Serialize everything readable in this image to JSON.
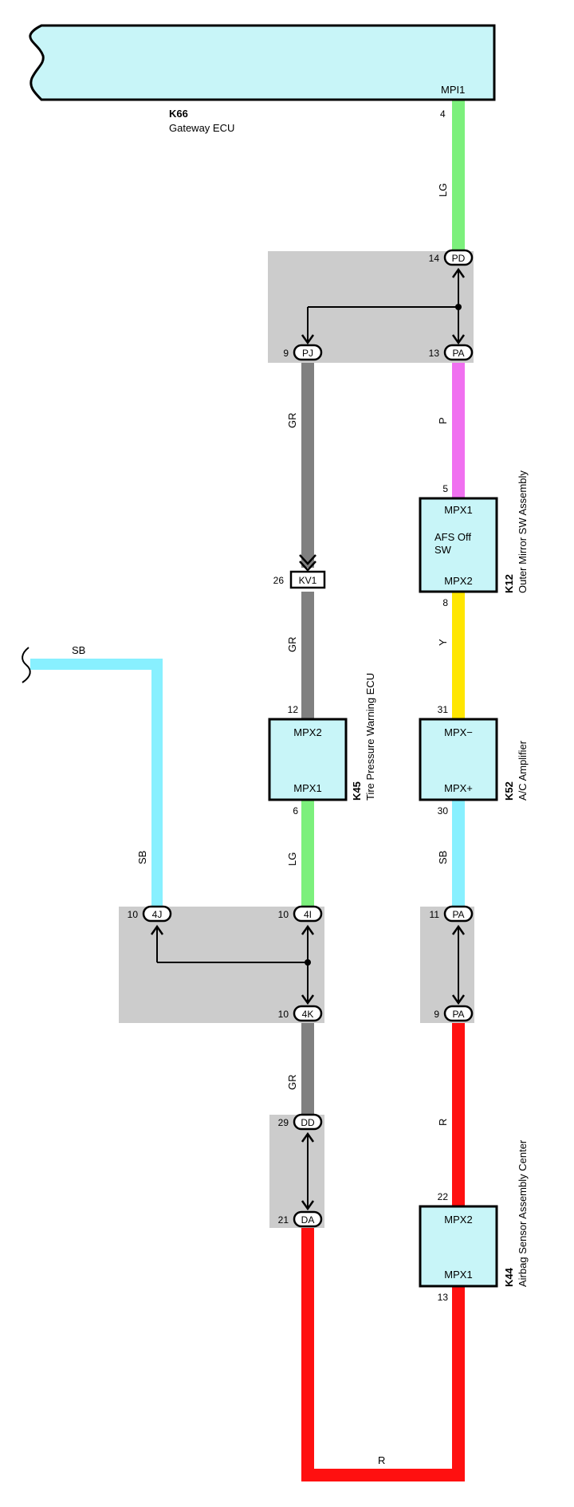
{
  "colors": {
    "LG": "#7cf07c",
    "P": "#f070f0",
    "GR": "#808080",
    "Y": "#ffe600",
    "SB": "#88f0ff",
    "R": "#ff1010",
    "box_fill": "#c8f5f8",
    "junction_fill": "#cccccc"
  },
  "gateway": {
    "code": "K66",
    "name": "Gateway ECU",
    "terminal": "MPI1",
    "pin": "4"
  },
  "wires": {
    "lg_top": "LG",
    "p": "P",
    "gr_top": "GR",
    "gr_mid": "GR",
    "y": "Y",
    "lg_mid": "LG",
    "sb_right": "SB",
    "sb_left_v": "SB",
    "sb_left_h": "SB",
    "gr_low": "GR",
    "r_right": "R",
    "r_bottom": "R"
  },
  "junction_top": {
    "pd_pin": "14",
    "pd": "PD",
    "pj_pin": "9",
    "pj": "PJ",
    "pa_pin": "13",
    "pa": "PA"
  },
  "k12": {
    "code": "K12",
    "name": "Outer Mirror SW Assembly",
    "t1": "MPX1",
    "t2": "MPX2",
    "sw_line1": "AFS Off",
    "sw_line2": "SW",
    "pin_top": "5",
    "pin_bottom": "8"
  },
  "kv1": {
    "pin": "26",
    "name": "KV1"
  },
  "k45": {
    "code": "K45",
    "name": "Tire Pressure Warning ECU",
    "t1": "MPX2",
    "t2": "MPX1",
    "pin_top": "12",
    "pin_bottom": "6"
  },
  "k52": {
    "code": "K52",
    "name": "A/C Amplifier",
    "t1": "MPX−",
    "t2": "MPX+",
    "pin_top": "31",
    "pin_bottom": "30"
  },
  "junction_mid": {
    "j4j_pin": "10",
    "j4j": "4J",
    "j4i_pin": "10",
    "j4i": "4I",
    "j4k_pin": "10",
    "j4k": "4K"
  },
  "junction_pa": {
    "pa11_pin": "11",
    "pa11": "PA",
    "pa9_pin": "9",
    "pa9": "PA"
  },
  "junction_dd": {
    "dd_pin": "29",
    "dd": "DD",
    "da_pin": "21",
    "da": "DA"
  },
  "k44": {
    "code": "K44",
    "name": "Airbag Sensor Assembly Center",
    "t1": "MPX2",
    "t2": "MPX1",
    "pin_top": "22",
    "pin_bottom": "13"
  }
}
